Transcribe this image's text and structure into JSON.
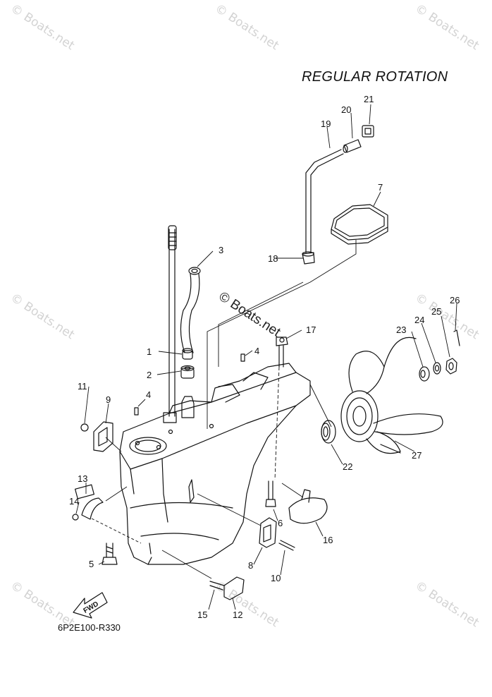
{
  "header": {
    "title": "REGULAR ROTATION"
  },
  "footer": {
    "code": "6P2E100-R330"
  },
  "watermark": {
    "text": "© Boats.net"
  },
  "fwd_label": "FWD",
  "callouts": [
    {
      "id": "1",
      "label": "1"
    },
    {
      "id": "2",
      "label": "2"
    },
    {
      "id": "3",
      "label": "3"
    },
    {
      "id": "4a",
      "label": "4"
    },
    {
      "id": "4b",
      "label": "4"
    },
    {
      "id": "5",
      "label": "5"
    },
    {
      "id": "6",
      "label": "6"
    },
    {
      "id": "7",
      "label": "7"
    },
    {
      "id": "8",
      "label": "8"
    },
    {
      "id": "9",
      "label": "9"
    },
    {
      "id": "10",
      "label": "10"
    },
    {
      "id": "11",
      "label": "11"
    },
    {
      "id": "12",
      "label": "12"
    },
    {
      "id": "13",
      "label": "13"
    },
    {
      "id": "14",
      "label": "14"
    },
    {
      "id": "15",
      "label": "15"
    },
    {
      "id": "16",
      "label": "16"
    },
    {
      "id": "17",
      "label": "17"
    },
    {
      "id": "18",
      "label": "18"
    },
    {
      "id": "19",
      "label": "19"
    },
    {
      "id": "20",
      "label": "20"
    },
    {
      "id": "21",
      "label": "21"
    },
    {
      "id": "22",
      "label": "22"
    },
    {
      "id": "23",
      "label": "23"
    },
    {
      "id": "24",
      "label": "24"
    },
    {
      "id": "25",
      "label": "25"
    },
    {
      "id": "26",
      "label": "26"
    },
    {
      "id": "27",
      "label": "27"
    }
  ],
  "colors": {
    "line": "#111111",
    "watermark": "#d3d3d3",
    "background": "#ffffff"
  }
}
